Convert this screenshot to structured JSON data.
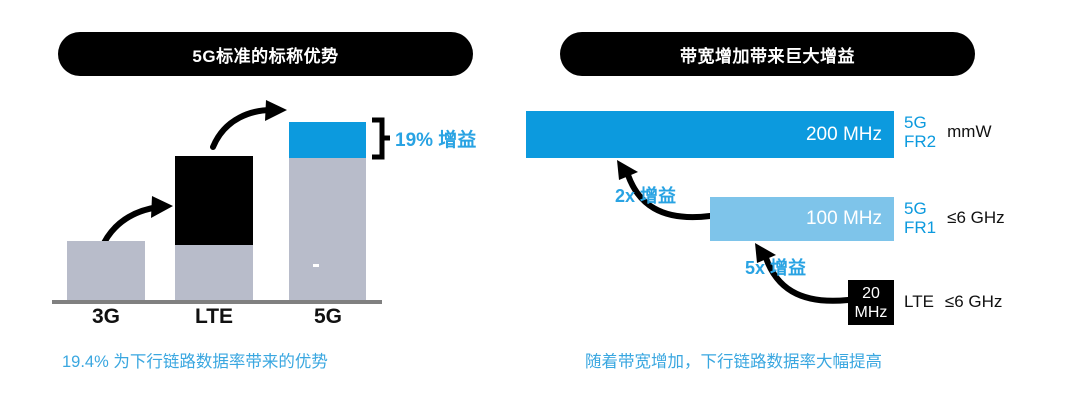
{
  "left": {
    "title": "5G标准的标称优势",
    "caption": "19.4% 为下行链路数据率带来的优势",
    "gain_label": "19% 增益",
    "axis_labels": [
      "3G",
      "LTE",
      "5G"
    ]
  },
  "right": {
    "title": "带宽增加带来巨大增益",
    "caption": "随着带宽增加，下行链路数据率大幅提高",
    "gain_2x": "2x 增益",
    "gain_5x": "5x 增益",
    "rows": [
      {
        "value": "200 MHz",
        "value_line1": "200",
        "value_line2": "MHz",
        "tech": "5G",
        "band": "FR2",
        "freq": "mmW"
      },
      {
        "value": "100 MHz",
        "value_line1": "100",
        "value_line2": "MHz",
        "tech": "5G",
        "band": "FR1",
        "freq": "≤6 GHz"
      },
      {
        "value": "20 MHz",
        "value_line1": "20",
        "value_line2": "MHz",
        "tech": "LTE",
        "band": "",
        "freq": "≤6 GHz"
      }
    ]
  },
  "colors": {
    "accent_blue": "#0c9ade",
    "light_blue": "#7ec4ea",
    "caption_blue": "#3aa7e0",
    "gray_bar": "#b8bcca",
    "black": "#000000"
  },
  "chart_data": [
    {
      "type": "bar",
      "title": "5G标准的标称优势",
      "categories": [
        "3G",
        "LTE",
        "5G"
      ],
      "series": [
        {
          "name": "base",
          "color": "#b8bcca",
          "values": [
            60,
            56,
            143
          ]
        },
        {
          "name": "increment-lte",
          "color": "#000000",
          "values": [
            0,
            89,
            0
          ]
        },
        {
          "name": "increment-5g",
          "color": "#0c9ade",
          "values": [
            0,
            0,
            36
          ]
        }
      ],
      "annotations": [
        "19% 增益",
        "19.4% 为下行链路数据率带来的优势"
      ],
      "xlabel": "",
      "ylabel": "",
      "grid": false,
      "legend": "none"
    },
    {
      "type": "bar",
      "orientation": "horizontal",
      "title": "带宽增加带来巨大增益",
      "categories": [
        "5G FR2 (mmW)",
        "5G FR1 (≤6 GHz)",
        "LTE (≤6 GHz)"
      ],
      "values": [
        200,
        100,
        20
      ],
      "value_labels": [
        "200 MHz",
        "100 MHz",
        "20 MHz"
      ],
      "unit": "MHz",
      "colors": [
        "#0c9ade",
        "#7ec4ea",
        "#000000"
      ],
      "annotations": [
        "2x 增益",
        "5x 增益",
        "随着带宽增加，下行链路数据率大幅提高"
      ],
      "xlabel": "",
      "ylabel": "",
      "grid": false,
      "legend": "none"
    }
  ]
}
